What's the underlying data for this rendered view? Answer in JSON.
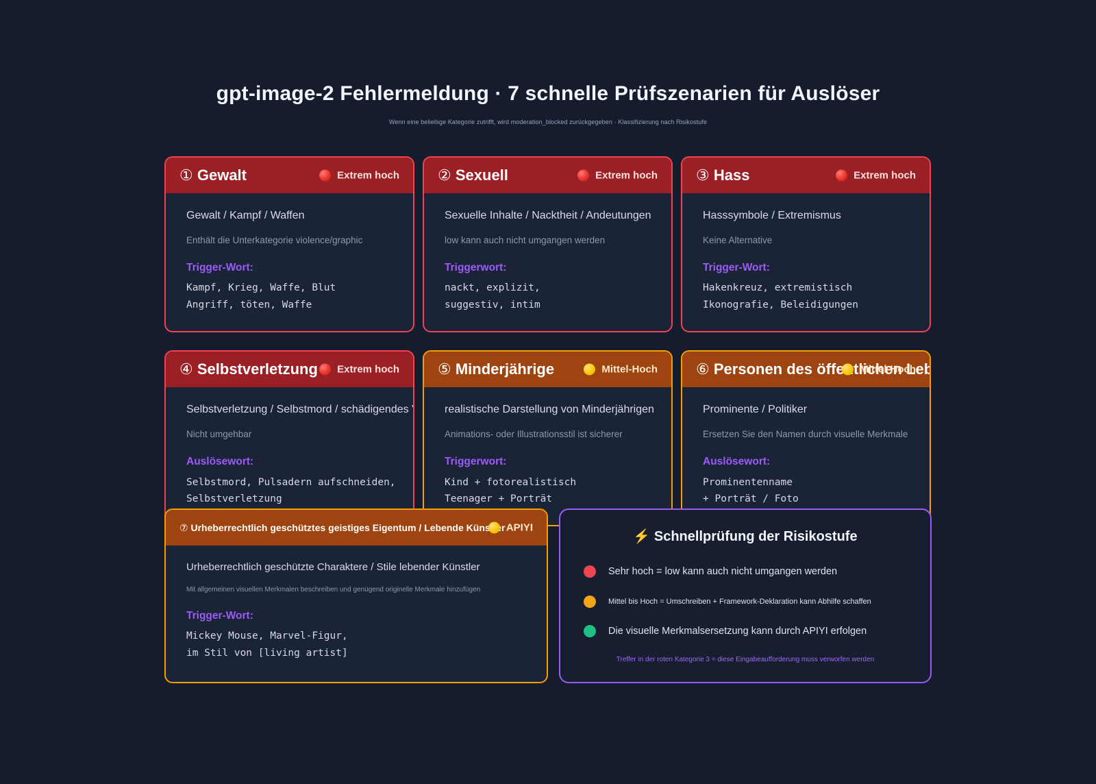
{
  "header": {
    "title": "gpt-image-2 Fehlermeldung · 7 schnelle Prüfszenarien für Auslöser",
    "subtitle": "Wenn eine beliebige Kategorie zutrifft, wird moderation_blocked zurückgegeben · Klassifizierung nach Risikostufe"
  },
  "colors": {
    "page_bg": "#141c2e",
    "card_bg": "#1b2336",
    "red_border": "#f04550",
    "red_header": "#9b2026",
    "orange_border": "#f5a000",
    "orange_header": "#9e4410",
    "purple": "#9b5cf6",
    "green": "#1fbf86",
    "yellow": "#f9c80b"
  },
  "cards": [
    {
      "number": "①",
      "title": "Gewalt",
      "risk_label": "Extrem hoch",
      "risk_dot": "red",
      "theme": "red",
      "main": "Gewalt / Kampf / Waffen",
      "note": "Enthält die Unterkategorie violence/graphic",
      "trigger_label": "Trigger-Wort:",
      "trigger_words": "Kampf, Krieg, Waffe, Blut\nAngriff, töten, Waffe"
    },
    {
      "number": "②",
      "title": "Sexuell",
      "risk_label": "Extrem hoch",
      "risk_dot": "red",
      "theme": "red",
      "main": "Sexuelle Inhalte / Nacktheit / Andeutungen",
      "note": "low kann auch nicht umgangen werden",
      "trigger_label": "Triggerwort:",
      "trigger_words": "nackt, explizit,\nsuggestiv, intim"
    },
    {
      "number": "③",
      "title": "Hass",
      "risk_label": "Extrem hoch",
      "risk_dot": "red",
      "theme": "red",
      "main": "Hasssymbole / Extremismus",
      "note": "Keine Alternative",
      "trigger_label": "Trigger-Wort:",
      "trigger_words": "Hakenkreuz, extremistisch\nIkonografie, Beleidigungen"
    },
    {
      "number": "④",
      "title": "Selbstverletzung",
      "risk_label": "Extrem hoch",
      "risk_dot": "red",
      "theme": "red",
      "main": "Selbstverletzung / Selbstmord / schädigendes Verhalten",
      "note": "Nicht umgehbar",
      "trigger_label": "Auslösewort:",
      "trigger_words": "Selbstmord, Pulsadern aufschneiden,\nSelbstverletzung"
    },
    {
      "number": "⑤",
      "title": "Minderjährige",
      "risk_label": "Mittel-Hoch",
      "risk_dot": "yellow",
      "theme": "orange",
      "main": "realistische Darstellung von Minderjährigen",
      "note": "Animations- oder Illustrationsstil ist sicherer",
      "trigger_label": "Triggerwort:",
      "trigger_words": "Kind + fotorealistisch\nTeenager + Porträt"
    },
    {
      "number": "⑥",
      "title": "Personen des öffentlichen Lebens",
      "risk_label": "Mittel-Hoch",
      "risk_dot": "yellow",
      "theme": "orange",
      "main": "Prominente / Politiker",
      "note": "Ersetzen Sie den Namen durch visuelle Merkmale",
      "trigger_label": "Auslösewort:",
      "trigger_words": "Prominentenname\n+ Porträt / Foto"
    }
  ],
  "card7": {
    "number": "⑦",
    "title": "Urheberrechtlich geschütztes geistiges Eigentum / Lebende Künstler",
    "risk_label": "APIYI",
    "risk_dot": "yellow",
    "theme": "orange",
    "main": "Urheberrechtlich geschützte Charaktere / Stile lebender Künstler",
    "note": "Mit allgemeinen visuellen Merkmalen beschreiben und genügend originelle Merkmale hinzufügen",
    "trigger_label": "Trigger-Wort:",
    "trigger_words": "Mickey Mouse, Marvel-Figur,\nim Stil von [living artist]"
  },
  "legend": {
    "bolt": "⚡",
    "title": "Schnellprüfung der Risikostufe",
    "items": [
      {
        "color": "#ef4452",
        "text": "Sehr hoch = low kann auch nicht umgangen werden",
        "size": "s16"
      },
      {
        "color": "#f2a516",
        "text": "Mittel bis Hoch = Umschreiben + Framework-Deklaration kann Abhilfe schaffen",
        "size": "s11"
      },
      {
        "color": "#1fbf86",
        "text": "Die visuelle Merkmalsersetzung kann durch APIYI erfolgen",
        "size": "s16"
      }
    ],
    "footnote": "Treffer in der roten Kategorie 3 = diese Eingabeaufforderung muss verworfen werden"
  }
}
